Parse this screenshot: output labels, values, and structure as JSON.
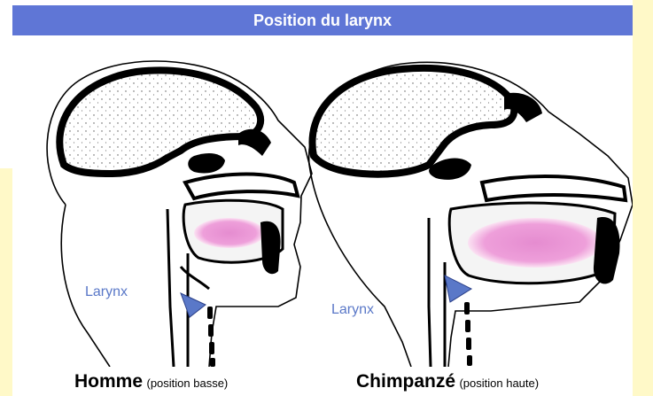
{
  "title": "Position du larynx",
  "colors": {
    "title_bar": "#5f76d6",
    "yellow_margin": "#fff9c8",
    "larynx": "#5a78c8",
    "oral_pink": "#e58cd0",
    "bone": "#000000"
  },
  "figures": [
    {
      "label_larynx": "Larynx",
      "caption_main": "Homme",
      "caption_sub": "(position basse)"
    },
    {
      "label_larynx": "Larynx",
      "caption_main": "Chimpanzé",
      "caption_sub": "(position haute)"
    }
  ]
}
